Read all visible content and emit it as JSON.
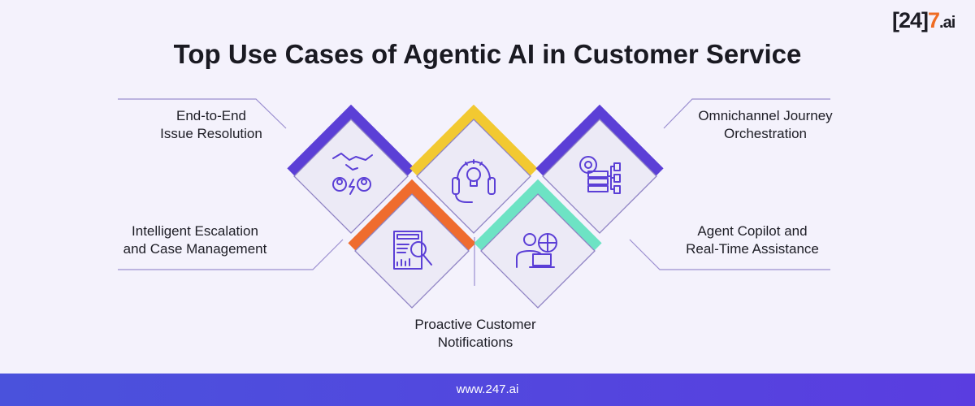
{
  "title": "Top Use Cases of Agentic AI in Customer Service",
  "logo": {
    "bracket_part": "[24]",
    "seven": "7",
    "suffix": ".ai"
  },
  "use_cases": [
    {
      "label_line1": "End-to-End",
      "label_line2": "Issue Resolution",
      "icon": "handshake-people-icon",
      "color": "#5b3fd6"
    },
    {
      "label_line1": "",
      "label_line2": "",
      "icon": "headset-lightbulb-icon",
      "color": "#f2c931"
    },
    {
      "label_line1": "Omnichannel Journey",
      "label_line2": "Orchestration",
      "icon": "gear-server-network-icon",
      "color": "#5b3fd6"
    },
    {
      "label_line1": "Intelligent Escalation",
      "label_line2": "and Case Management",
      "icon": "report-magnifier-icon",
      "color": "#ef6c2e"
    },
    {
      "label_line1": "Agent Copilot and",
      "label_line2": "Real-Time Assistance",
      "icon": "agent-globe-laptop-icon",
      "color": "#6de3c4"
    },
    {
      "label_line1": "Proactive Customer",
      "label_line2": "Notifications",
      "icon": "",
      "color": ""
    }
  ],
  "footer": {
    "url": "www.247.ai"
  }
}
